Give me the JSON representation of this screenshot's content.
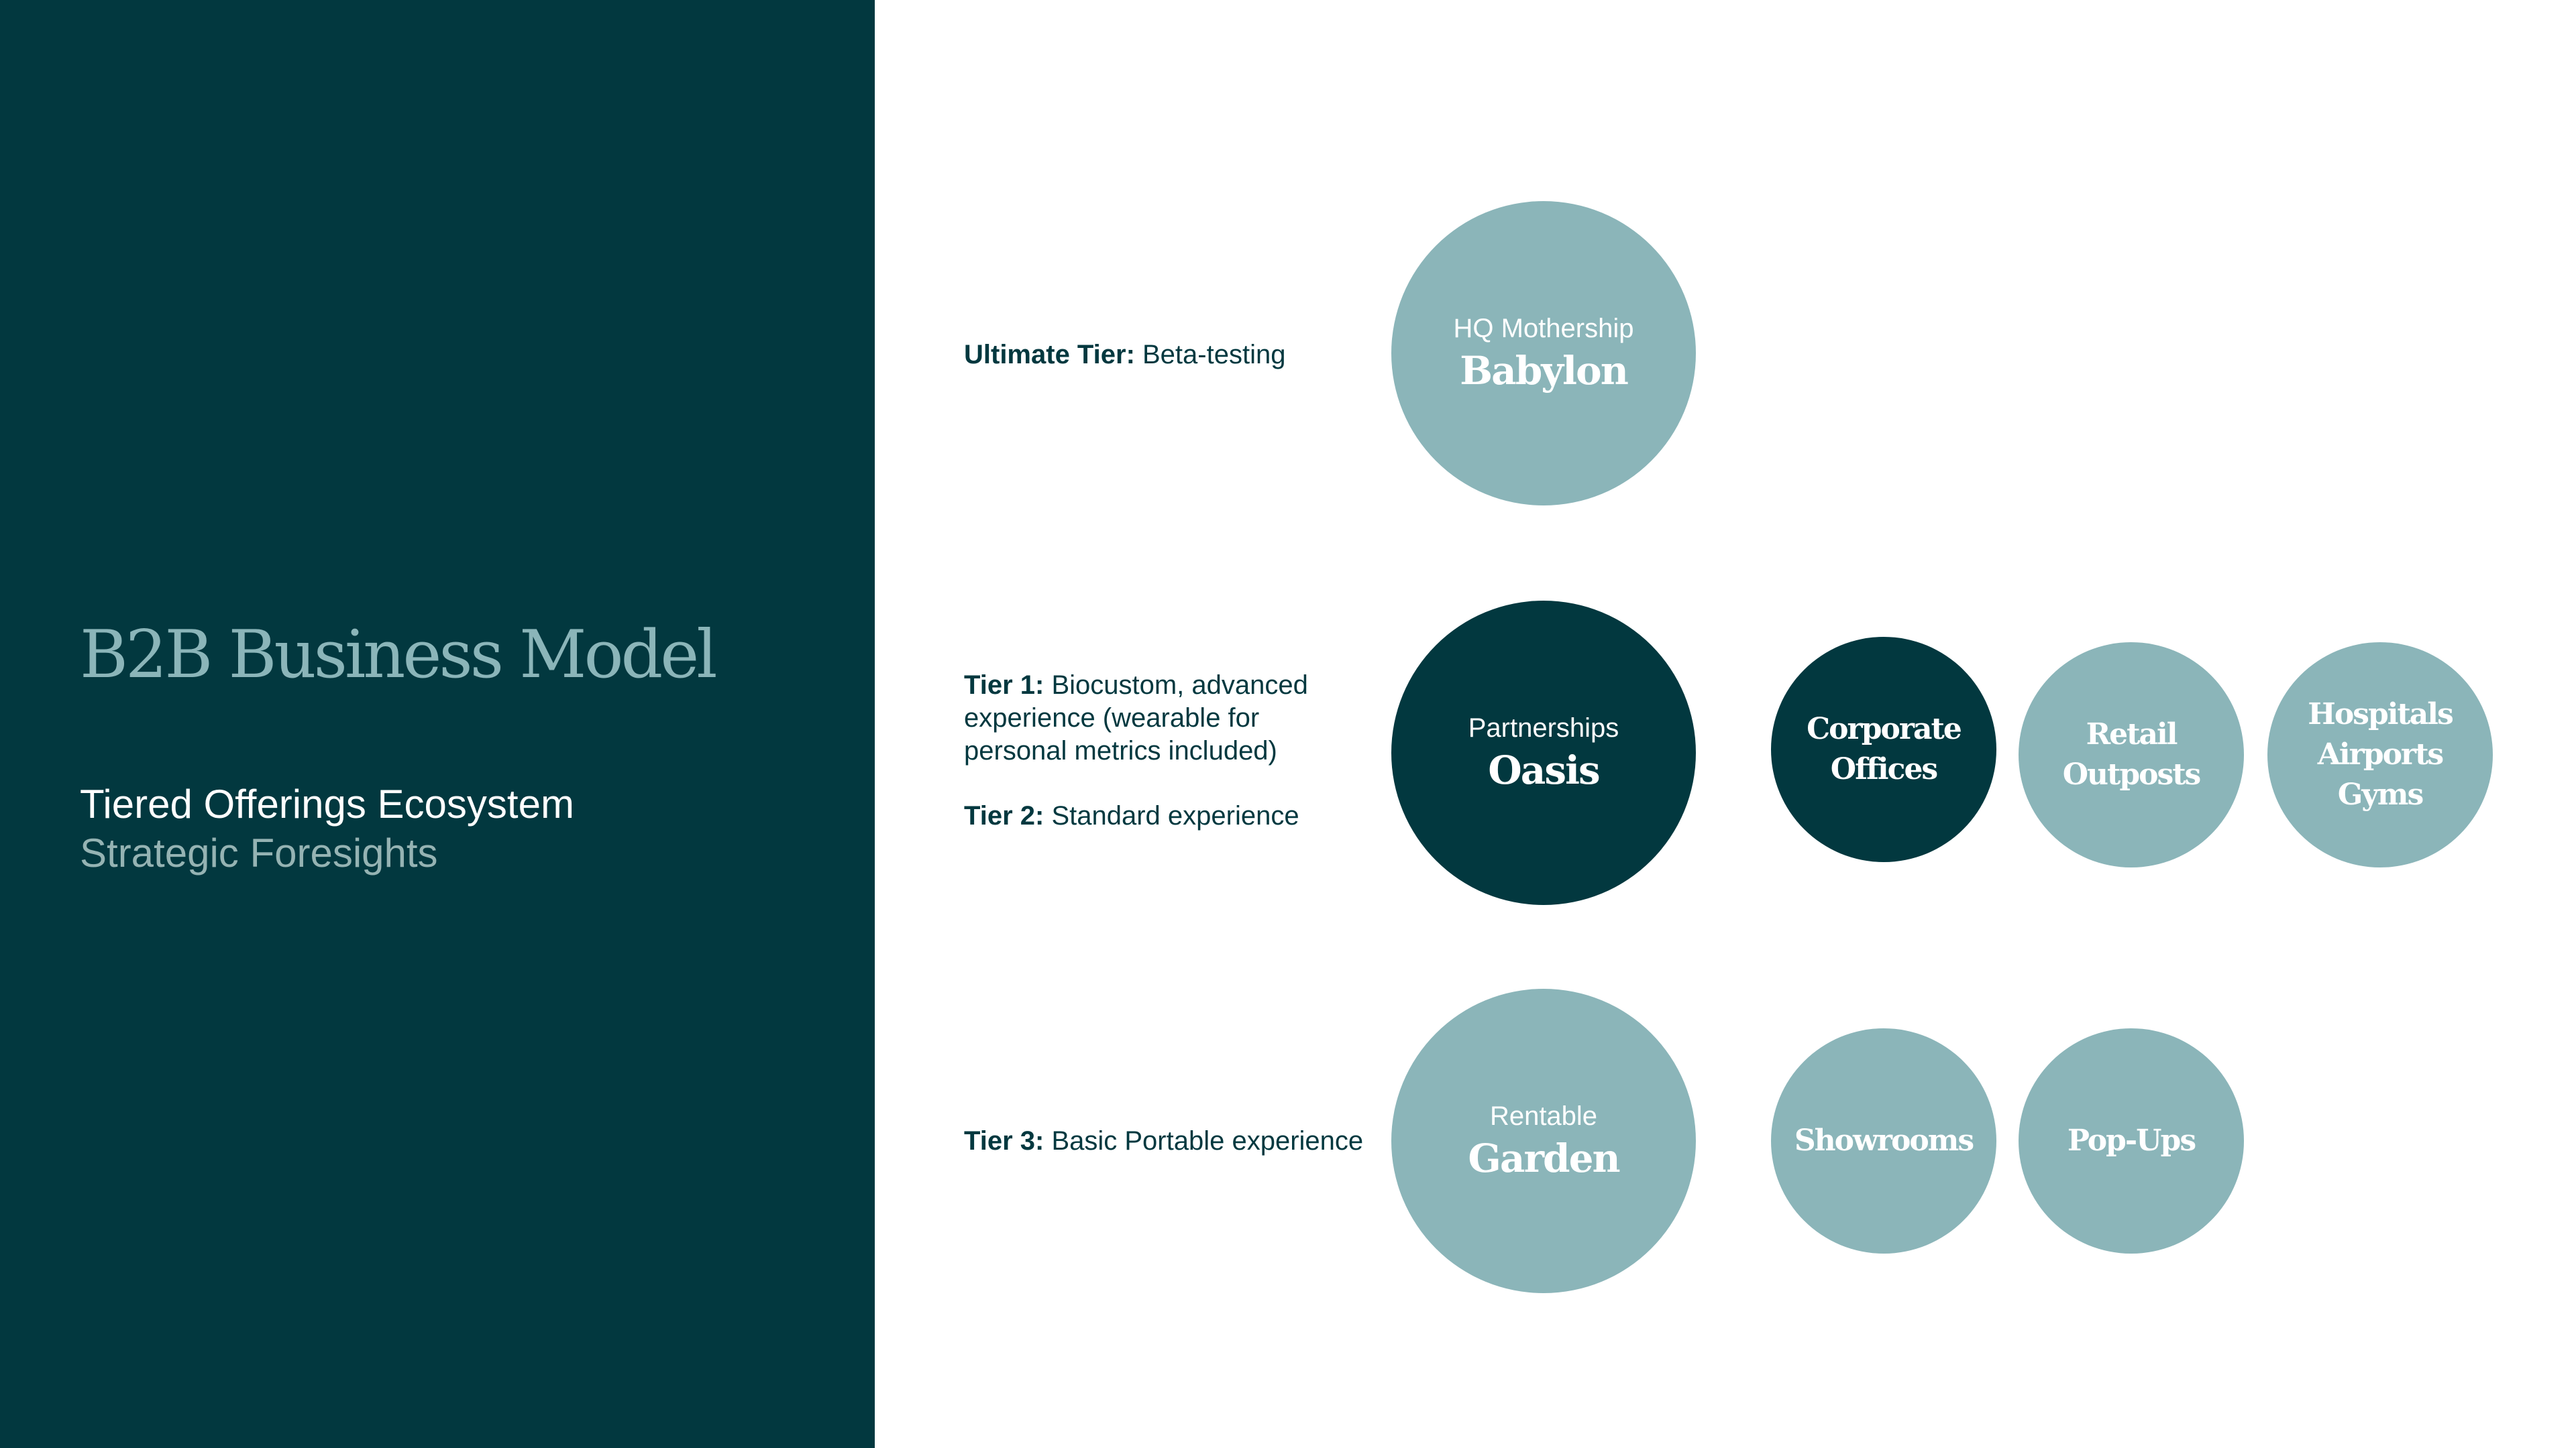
{
  "sidebar": {
    "title": "B2B Business Model",
    "subtitle": "Tiered Offerings Ecosystem",
    "caption": "Strategic Foresights"
  },
  "tiers": {
    "ultimate": {
      "label": "Ultimate Tier:",
      "text": " Beta-testing"
    },
    "tier1": {
      "label": "Tier 1:",
      "text": " Biocustom, advanced experience (wearable for personal metrics included)"
    },
    "tier2": {
      "label": "Tier 2:",
      "text": " Standard experience"
    },
    "tier3": {
      "label": "Tier 3:",
      "text": " Basic Portable experience"
    }
  },
  "hubs": {
    "babylon": {
      "caption": "HQ Mothership",
      "name": "Babylon"
    },
    "oasis": {
      "caption": "Partnerships",
      "name": "Oasis"
    },
    "garden": {
      "caption": "Rentable",
      "name": "Garden"
    }
  },
  "locations": {
    "corporate": "Corporate\nOffices",
    "retail": "Retail\nOutposts",
    "hospitals": "Hospitals\nAirports\nGyms",
    "showrooms": "Showrooms",
    "popups": "Pop-Ups"
  },
  "colors": {
    "dark": "#02383f",
    "light": "#8bb5b9"
  }
}
